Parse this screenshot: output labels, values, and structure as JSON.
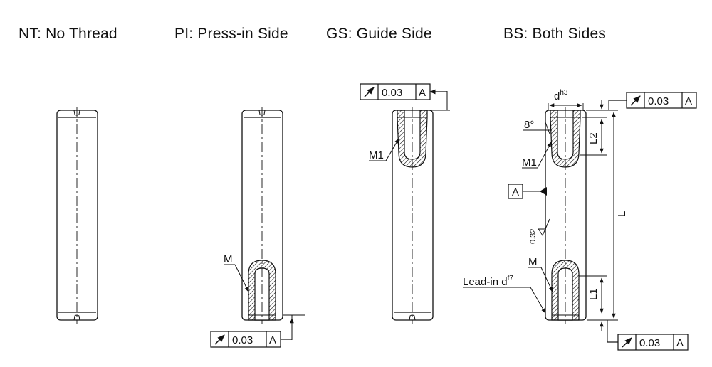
{
  "titles": {
    "nt": "NT: No Thread",
    "pi": "PI: Press-in Side",
    "gs": "GS: Guide Side",
    "bs": "BS: Both Sides"
  },
  "tolerance": {
    "value": "0.03",
    "datum": "A"
  },
  "labels": {
    "thread_m": "M",
    "thread_m1": "M1",
    "datum": "A",
    "angle": "8°",
    "dim_d": "d",
    "dim_d_sup": "h3",
    "lead_in": "Lead-in d",
    "lead_in_sup": "f7",
    "L": "L",
    "L1": "L1",
    "L2": "L2",
    "roughness": "0.32"
  },
  "colors": {
    "line": "#111111",
    "background": "#ffffff"
  }
}
